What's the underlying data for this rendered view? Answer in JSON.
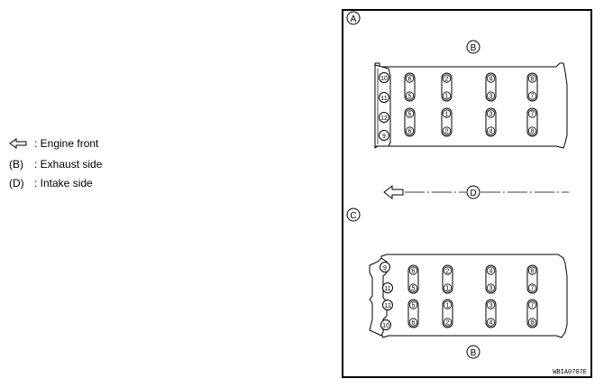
{
  "legend": {
    "items": [
      {
        "key": "",
        "icon": "hollow-left-arrow-icon",
        "text": ": Engine front"
      },
      {
        "key": "(B)",
        "text": ": Exhaust side"
      },
      {
        "key": "(D)",
        "text": ": Intake side"
      }
    ]
  },
  "diagram": {
    "labels": {
      "A": "A",
      "B_top": "B",
      "C": "C",
      "D": "D",
      "B_bottom": "B"
    },
    "top_head": {
      "side": [
        "10",
        "11",
        "12",
        "9"
      ],
      "row1": [
        "6",
        "2",
        "4",
        "8"
      ],
      "row2": [
        "5",
        "1",
        "3",
        "7"
      ],
      "row3": [
        "5",
        "1",
        "3",
        "7"
      ],
      "row4": [
        "6",
        "2",
        "4",
        "8"
      ]
    },
    "bottom_head": {
      "side": [
        "9",
        "11",
        "12",
        "10"
      ],
      "row1": [
        "6",
        "2",
        "4",
        "8"
      ],
      "row2": [
        "5",
        "1",
        "3",
        "7"
      ],
      "row3": [
        "5",
        "1",
        "3",
        "7"
      ],
      "row4": [
        "6",
        "2",
        "4",
        "8"
      ]
    },
    "code": "WBIA0707E"
  }
}
